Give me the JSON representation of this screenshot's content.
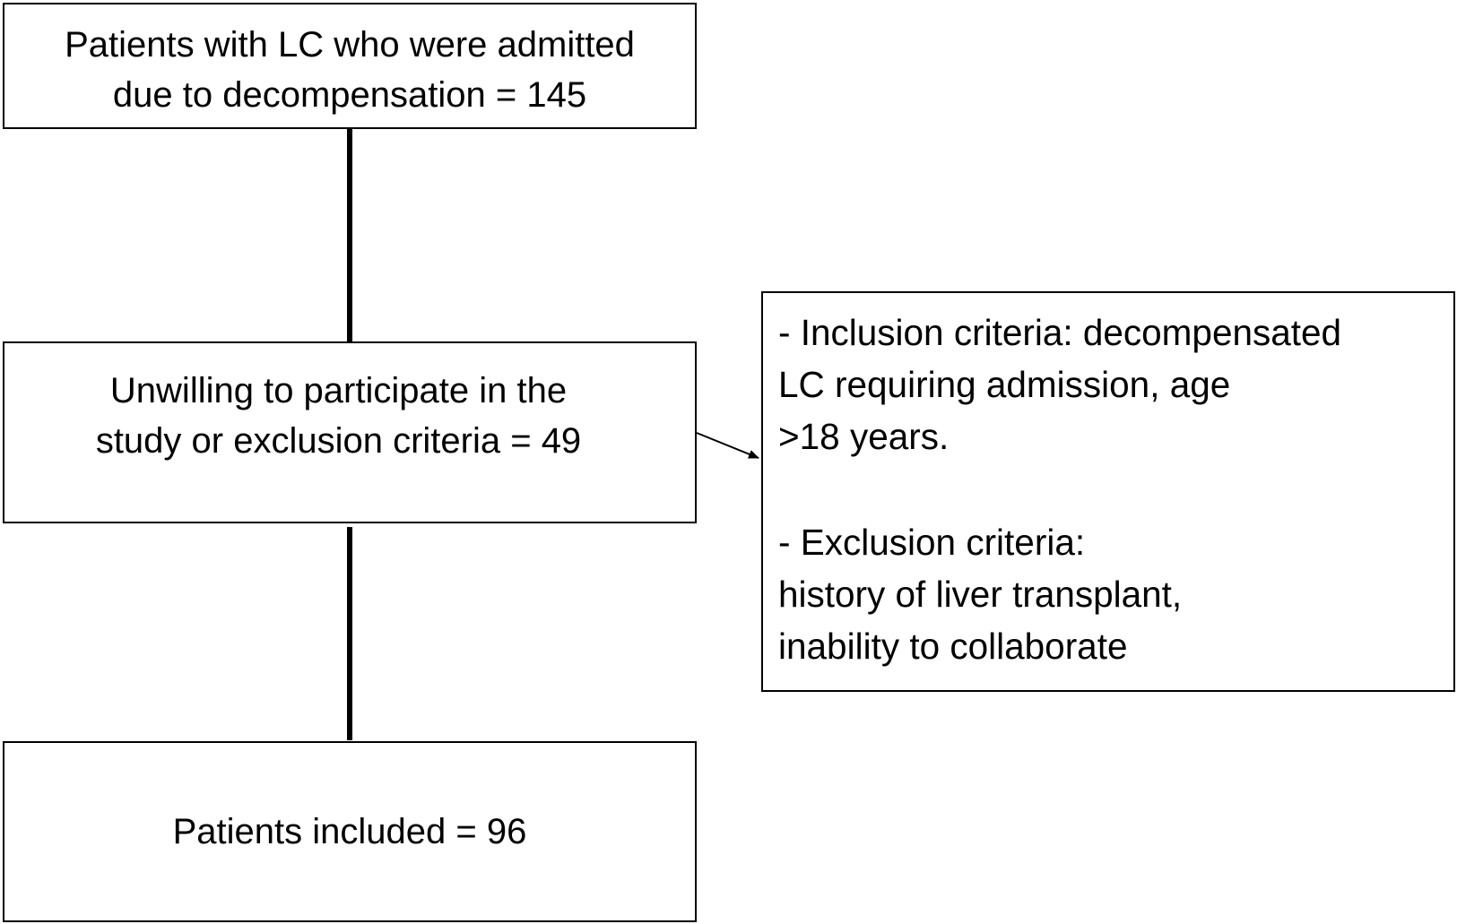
{
  "flowchart": {
    "admitted": {
      "lines": [
        "Patients with LC who were admitted",
        "due to decompensation = 145"
      ]
    },
    "excluded": {
      "lines": [
        "Unwilling to participate in the",
        "study or exclusion criteria = 49"
      ]
    },
    "criteria": {
      "inclusion_lines": [
        "- Inclusion criteria: decompensated",
        "LC requiring admission, age",
        ">18 years."
      ],
      "exclusion_lines": [
        "- Exclusion criteria:",
        "history of liver transplant,",
        "inability to collaborate"
      ]
    },
    "included": {
      "lines": [
        "Patients included = 96"
      ]
    }
  },
  "colors": {
    "stroke": "#000000",
    "background": "#ffffff"
  }
}
